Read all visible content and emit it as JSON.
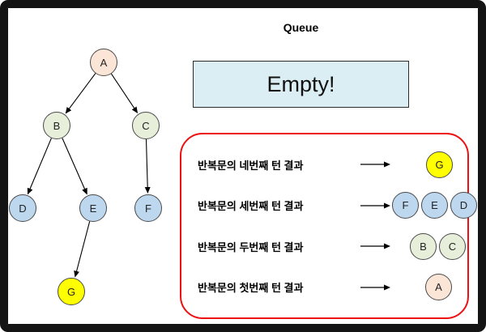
{
  "title": "Queue",
  "empty_box": {
    "label": "Empty!"
  },
  "tree": {
    "nodes": [
      {
        "label": "A",
        "color": "#fbe5d6"
      },
      {
        "label": "B",
        "color": "#e7efdb"
      },
      {
        "label": "C",
        "color": "#e7efdb"
      },
      {
        "label": "D",
        "color": "#bdd7ee"
      },
      {
        "label": "E",
        "color": "#bdd7ee"
      },
      {
        "label": "F",
        "color": "#bdd7ee"
      },
      {
        "label": "G",
        "color": "#ffff00"
      }
    ],
    "edges": [
      "A-B",
      "A-C",
      "B-D",
      "B-E",
      "C-F",
      "E-G"
    ]
  },
  "queue_panel": {
    "rows": [
      {
        "label": "반복문의 네번째 턴 결과",
        "items": [
          "G"
        ]
      },
      {
        "label": "반복문의 세번째 턴 결과",
        "items": [
          "F",
          "E",
          "D"
        ]
      },
      {
        "label": "반복문의 두번째 턴 결과",
        "items": [
          "B",
          "C"
        ]
      },
      {
        "label": "반복문의 첫번째 턴 결과",
        "items": [
          "A"
        ]
      }
    ]
  },
  "colors": {
    "node_a": "#fbe5d6",
    "node_b_c": "#e7efdb",
    "node_d_e_f": "#bdd7ee",
    "node_g": "#ffff00",
    "empty_box_bg": "#daeef3",
    "panel_border": "#ee1111",
    "frame": "#141414"
  }
}
